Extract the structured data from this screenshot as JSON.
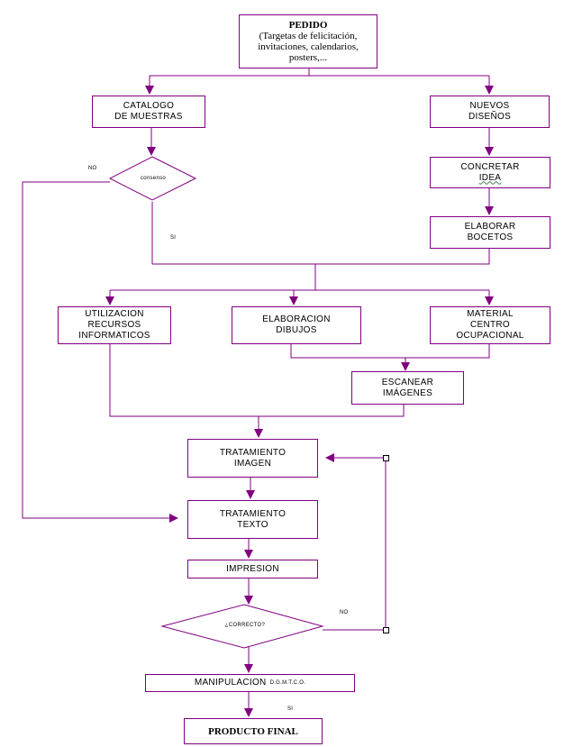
{
  "colors": {
    "line": "#800080",
    "text": "#000000"
  },
  "nodes": {
    "pedido": {
      "title": "PEDIDO",
      "line1": "(Targetas de felicitación,",
      "line2": "invitaciones, calendarios,",
      "line3": "posters,..."
    },
    "catalogo": {
      "line1": "CATALOGO",
      "line2": "DE MUESTRAS"
    },
    "nuevos": {
      "line1": "NUEVOS",
      "line2": "DISEÑOS"
    },
    "decision1": {
      "label": "consenso"
    },
    "concretar": {
      "line1": "CONCRETAR",
      "line2": "IDEA"
    },
    "bocetos": {
      "line1": "ELABORAR",
      "line2": "BOCETOS"
    },
    "recursos": {
      "line1": "UTILIZACION",
      "line2": "RECURSOS",
      "line3": "INFORMATICOS"
    },
    "dibujos": {
      "line1": "ELABORACION",
      "line2": "DIBUJOS"
    },
    "material": {
      "line1": "MATERIAL",
      "line2": "CENTRO",
      "line3": "OCUPACIONAL"
    },
    "escanear": {
      "line1": "ESCANEAR",
      "line2": "IMÁGENES"
    },
    "tratImagen": {
      "line1": "TRATAMIENTO",
      "line2": "IMAGEN"
    },
    "tratTexto": {
      "line1": "TRATAMIENTO",
      "line2": "TEXTO"
    },
    "impresion": {
      "line1": "IMPRESION"
    },
    "correcto": {
      "label": "¿CORRECTO?"
    },
    "manipulacion": {
      "label": "MANIPULACION",
      "sub": "D.G.M.T.C.O."
    },
    "producto": {
      "label": "PRODUCTO FINAL"
    }
  },
  "labels": {
    "no1": "NO",
    "si1": "SI",
    "no2": "NO",
    "si2": "SI"
  }
}
